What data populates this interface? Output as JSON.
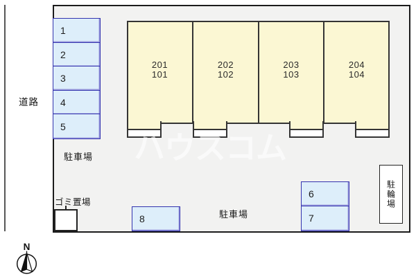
{
  "road": {
    "label": "道路"
  },
  "watermark": {
    "text": "ハウスコム"
  },
  "areas": {
    "parking_left_label": "駐車場",
    "parking_center_label": "駐車場",
    "garbage_label": "ゴミ置場",
    "bicycle_label": "駐輪場"
  },
  "parking_spaces": {
    "left_column": [
      "1",
      "2",
      "3",
      "4",
      "5"
    ],
    "right_pair": [
      "6",
      "7"
    ],
    "bottom": [
      "8"
    ]
  },
  "building": {
    "units": [
      {
        "upper": "201",
        "lower": "101"
      },
      {
        "upper": "202",
        "lower": "102"
      },
      {
        "upper": "203",
        "lower": "103"
      },
      {
        "upper": "204",
        "lower": "104"
      }
    ]
  },
  "compass": {
    "label": "N"
  },
  "colors": {
    "site_fill": "#f2f2f1",
    "building_fill": "#fbf7d3",
    "space_fill": "#ddeefa",
    "space_border": "#3232ae",
    "outline": "#343434",
    "site_border": "#1b1b1b"
  }
}
